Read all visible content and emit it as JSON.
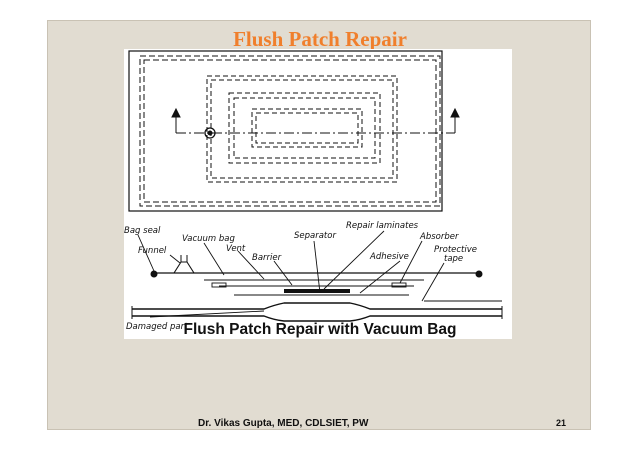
{
  "slide": {
    "title": "Flush Patch Repair",
    "caption": "Flush Patch Repair with Vacuum Bag",
    "footer": "Dr. Vikas Gupta, MED, CDLSIET, PW",
    "page_number": "21"
  },
  "diagram": {
    "labels": {
      "bag_seal": "Bag seal",
      "vacuum_bag": "Vacuum bag",
      "funnel": "Funnel",
      "vent": "Vent",
      "separator": "Separator",
      "barrier": "Barrier",
      "repair_laminates": "Repair laminates",
      "absorber": "Absorber",
      "adhesive": "Adhesive",
      "protective": "Protective",
      "tape": "tape",
      "damaged_part": "Damaged part"
    }
  },
  "colors": {
    "title": "#f07f2c",
    "slide_background": "#e1dcd1",
    "diagram_background": "#ffffff"
  }
}
